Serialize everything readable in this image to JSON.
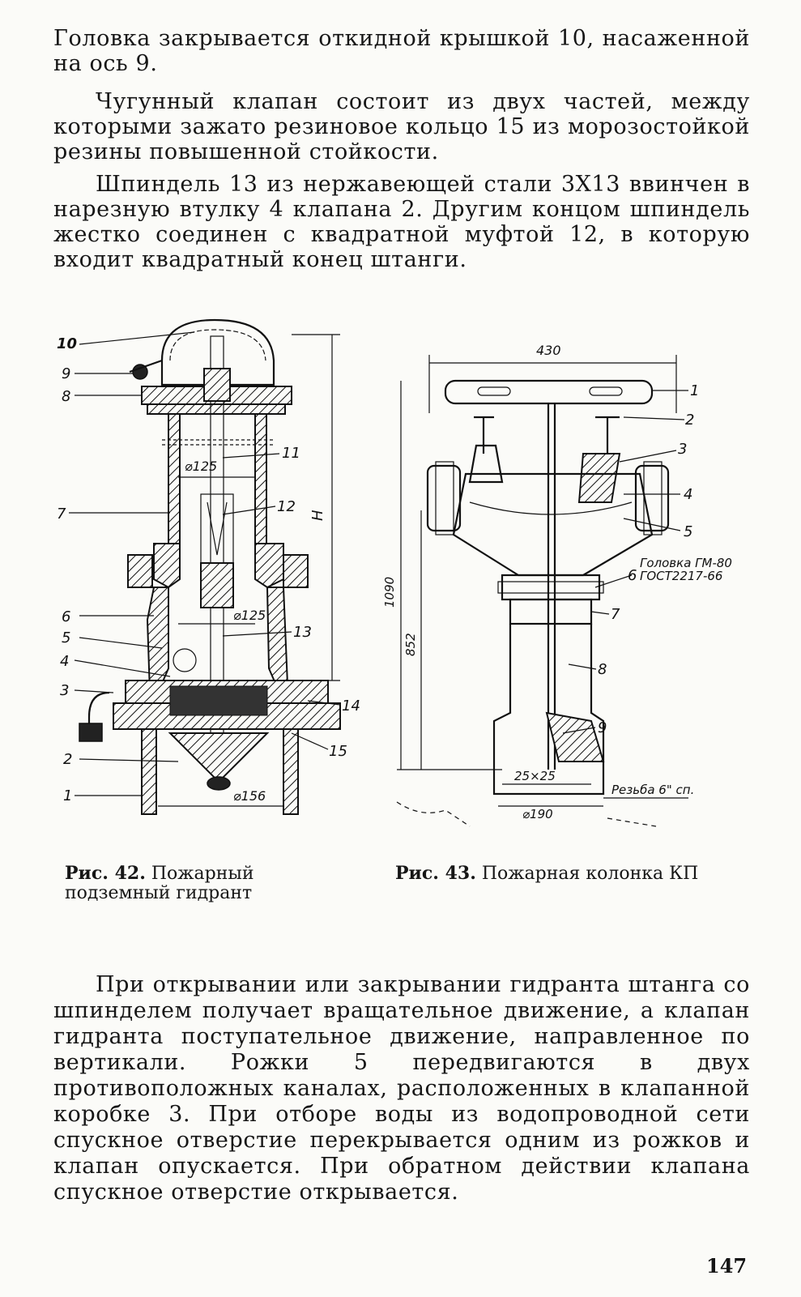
{
  "paragraphs": {
    "p1": "Головка закрывается откидной крышкой 10, насаженной на ось 9.",
    "p2": "Чугунный клапан состоит из двух частей, между которыми зажато резиновое кольцо  15 из морозостойкой резины повышенной стойкости.",
    "p3": "Шпиндель 13 из нержавеющей стали 3Х13 ввинчен в нарезную втулку 4 клапана 2. Другим концом шпиндель жестко соединен с квадратной муфтой 12, в которую входит квадратный конец штанги.",
    "p4": "При открывании или закрывании гидранта штанга со шпинделем получает вращательное движение, а клапан гидранта поступательное движение, направленное по вертикали. Рожки 5 передвигаются в двух противоположных каналах, расположенных в клапанной коробке 3. При отборе воды из водопроводной сети спускное отверстие перекрывается одним из рожков и клапан опускается. При обратном действии клапана спускное отверстие открывается."
  },
  "figure1": {
    "caption_num": "Рис. 42.",
    "caption_text": "Пожарный подземный гидрант",
    "labels": [
      "10",
      "9",
      "8",
      "7",
      "6",
      "5",
      "4",
      "3",
      "2",
      "1",
      "11",
      "12",
      "13",
      "14",
      "15"
    ],
    "dims": {
      "d_top": "⌀125",
      "d_mid": "⌀125",
      "d_bottom": "⌀156",
      "height": "H"
    }
  },
  "figure2": {
    "caption_num": "Рис. 43.",
    "caption_text": "Пожарная колонка КП",
    "labels": [
      "1",
      "2",
      "3",
      "4",
      "5",
      "6",
      "7",
      "8",
      "9"
    ],
    "head_note_1": "Головка ГМ-80",
    "head_note_2": "ГОСТ2217-66",
    "dims": {
      "width": "430",
      "total": "1090",
      "lower": "852",
      "square": "25×25",
      "base": "⌀190",
      "thread": "Резьба 6\" сп."
    }
  },
  "page_number": "147"
}
